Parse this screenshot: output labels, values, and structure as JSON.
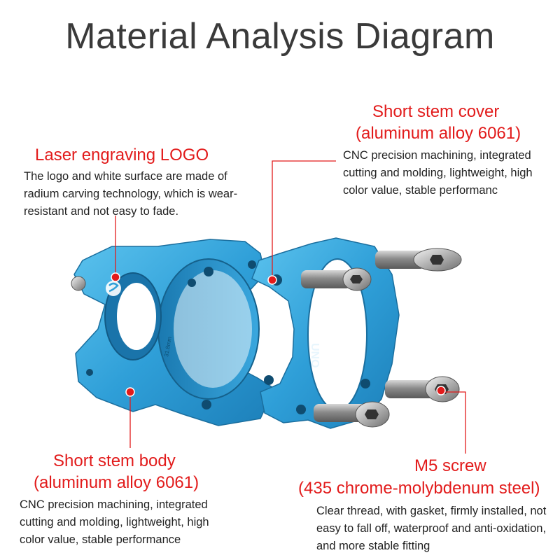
{
  "title": "Material Analysis Diagram",
  "colors": {
    "callout_heading": "#e21b1b",
    "leader_line": "#e21b1b",
    "part_color": "#3fa9dc",
    "screw_color": "#8c8c8c"
  },
  "callouts": {
    "logo": {
      "heading": "Laser engraving LOGO",
      "text": "The logo and white surface are made of radium carving technology, which is wear-resistant and not easy to fade."
    },
    "cover": {
      "heading_line1": "Short stem cover",
      "heading_line2": "(aluminum alloy 6061)",
      "text": "CNC precision machining, integrated cutting and molding, lightweight, high color value, stable performanc"
    },
    "body": {
      "heading_line1": "Short stem body",
      "heading_line2": "(aluminum alloy 6061)",
      "text": "CNC precision machining, integrated cutting and molding, lightweight, high color value, stable performance"
    },
    "screw": {
      "heading_line1": "M5 screw",
      "heading_line2": "(435 chrome-molybdenum steel)",
      "text": "Clear thread, with gasket, firmly installed, not easy to fall off, waterproof and anti-oxidation, and more stable fitting"
    }
  },
  "engravings": {
    "brand_mark": "UNO",
    "size_mark": "31.8mm"
  }
}
